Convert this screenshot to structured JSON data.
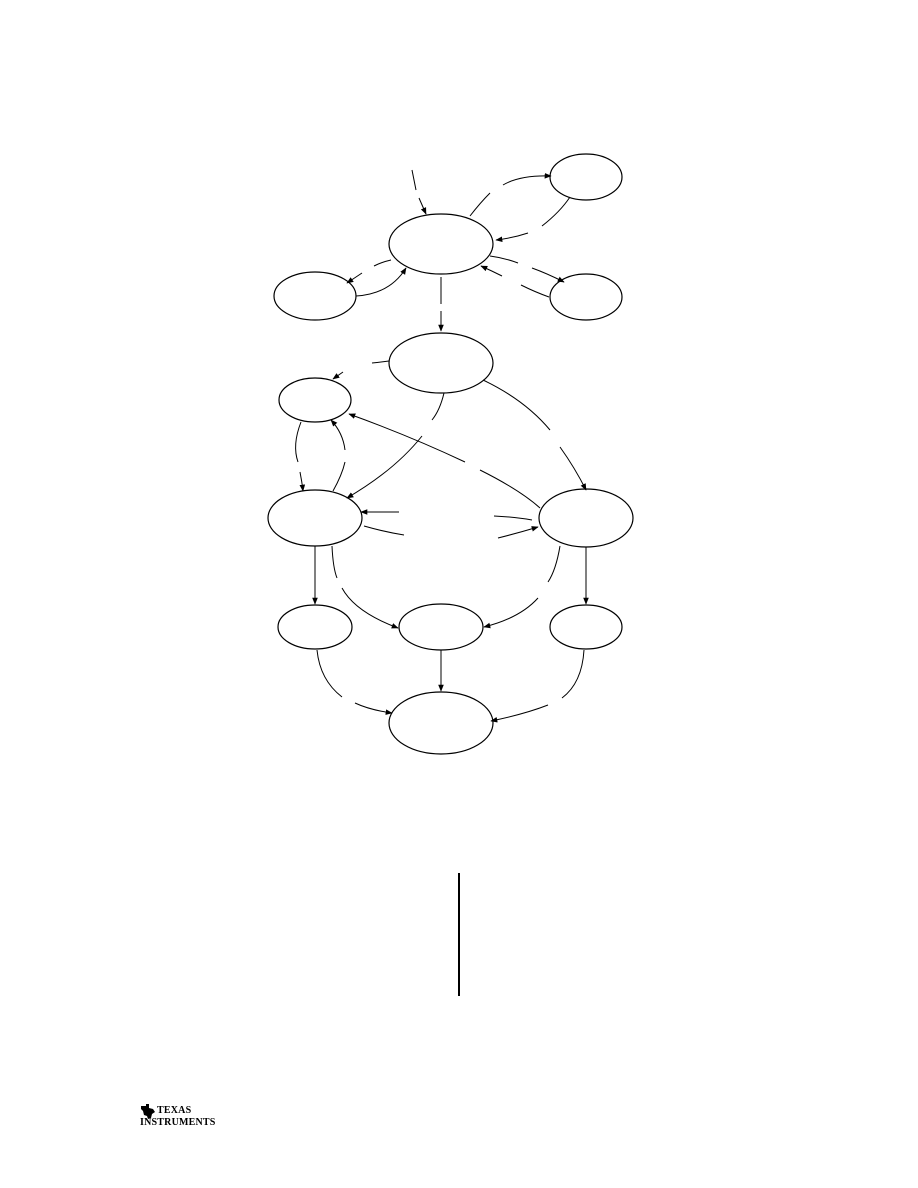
{
  "logo": {
    "line1": "TEXAS",
    "line2": "INSTRUMENTS"
  },
  "diagram": {
    "nodes": [
      "top-right",
      "center-top",
      "left-upper",
      "right-upper",
      "middle",
      "left-small",
      "left-big",
      "right-big",
      "bottom-left",
      "bottom-center",
      "bottom-right",
      "bottom-final"
    ]
  }
}
